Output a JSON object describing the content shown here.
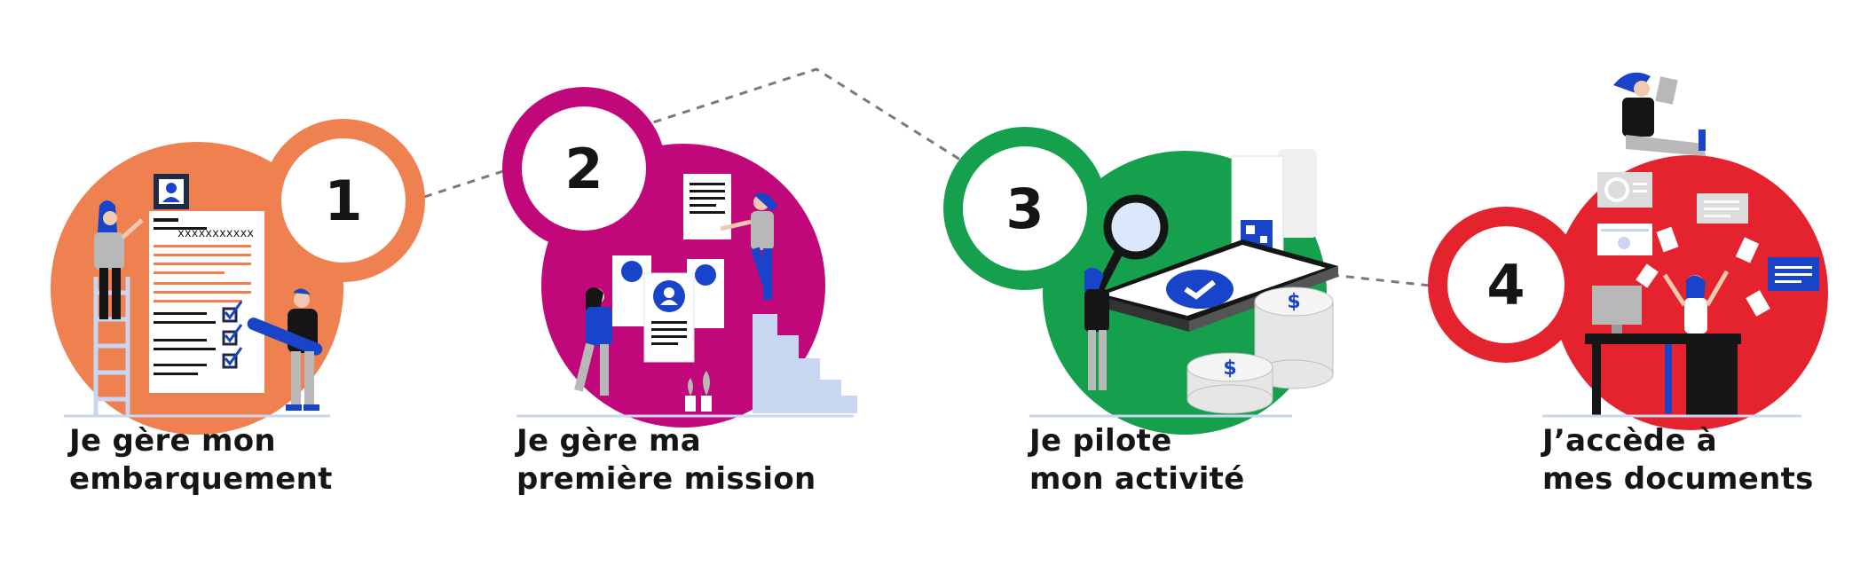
{
  "colors": {
    "step1": "#EF8050",
    "step2": "#C0087A",
    "step3": "#14A04C",
    "step4": "#E4232F",
    "ink": "#151515",
    "accent_blue": "#1744C8",
    "soft_blue": "#C8D6F2"
  },
  "steps": [
    {
      "number": "1",
      "label_line1": "Je gère mon",
      "label_line2": "embarquement",
      "icon": "resume-onboarding-icon",
      "badge_text": "xxxxxxxxxxx"
    },
    {
      "number": "2",
      "label_line1": "Je gère ma",
      "label_line2": "première mission",
      "icon": "staircase-profiles-icon"
    },
    {
      "number": "3",
      "label_line1": "Je pilote",
      "label_line2": "mon activité",
      "icon": "smartphone-coins-icon"
    },
    {
      "number": "4",
      "label_line1": "J’accède à",
      "label_line2": "mes documents",
      "icon": "documents-desk-icon"
    }
  ]
}
